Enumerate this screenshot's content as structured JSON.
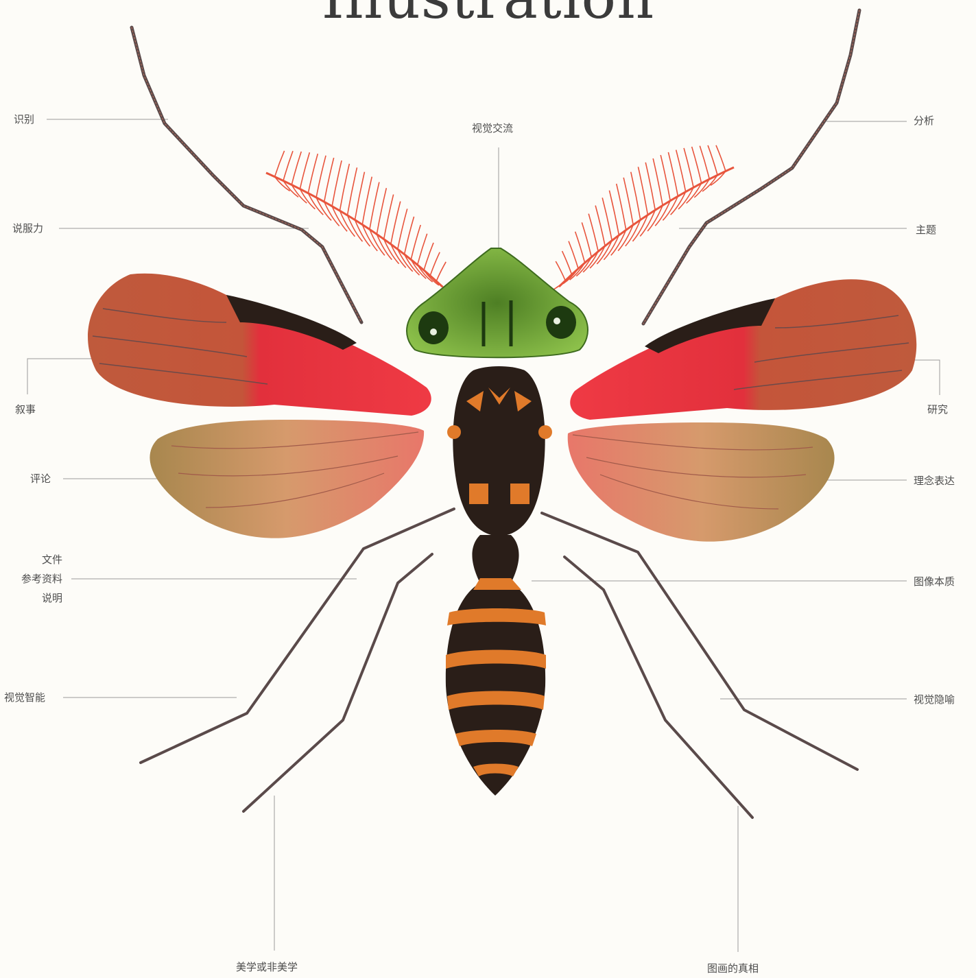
{
  "title": "Illustration",
  "labels": {
    "identify": "识别",
    "persuasion": "说服力",
    "narrative": "叙事",
    "commentary": "评论",
    "doc_line1": "文件",
    "doc_line2": "参考资料",
    "doc_line3": "说明",
    "visual_intelligence": "视觉智能",
    "aesthetics": "美学或非美学",
    "visual_communication": "视觉交流",
    "analysis": "分析",
    "subject": "主题",
    "research": "研究",
    "concept_expression": "理念表达",
    "image_essence": "图像本质",
    "visual_metaphor": "视觉隐喻",
    "image_truth": "图画的真相"
  },
  "colors": {
    "background": "#fdfcf8",
    "leader_line": "#9a9a9a",
    "forewing_red": "#e0303a",
    "wing_brown": "#b8573a",
    "hindwing": "#c98a62",
    "head_green": "#4f8a2e",
    "antenna_orange": "#e8553d",
    "body_black": "#2a1e18",
    "stripe_orange": "#e07a2a",
    "leg": "#5a4a4a"
  },
  "icons": [
    "insect-illustration"
  ]
}
